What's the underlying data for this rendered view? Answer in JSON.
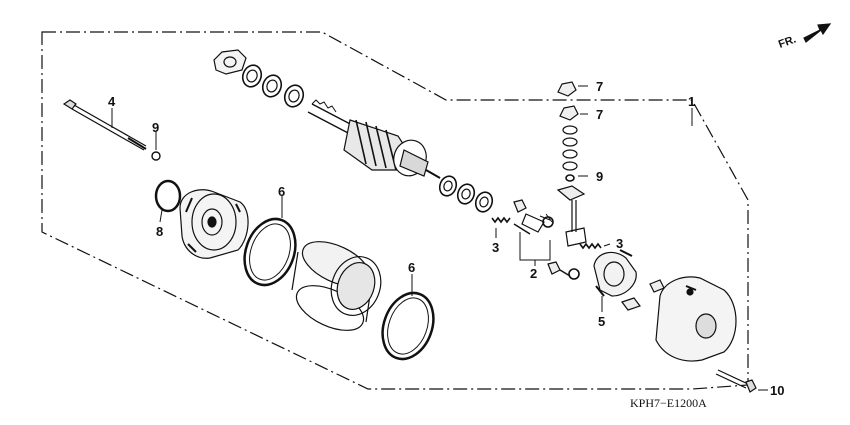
{
  "diagram": {
    "direction_label": "FR.",
    "figure_code": "KPH7−E1200A",
    "callouts": [
      {
        "id": "c1",
        "label": "1"
      },
      {
        "id": "c2",
        "label": "2"
      },
      {
        "id": "c3a",
        "label": "3"
      },
      {
        "id": "c3b",
        "label": "3"
      },
      {
        "id": "c4",
        "label": "4"
      },
      {
        "id": "c5",
        "label": "5"
      },
      {
        "id": "c6a",
        "label": "6"
      },
      {
        "id": "c6b",
        "label": "6"
      },
      {
        "id": "c7a",
        "label": "7"
      },
      {
        "id": "c7b",
        "label": "7"
      },
      {
        "id": "c8",
        "label": "8"
      },
      {
        "id": "c9a",
        "label": "9"
      },
      {
        "id": "c9b",
        "label": "9"
      },
      {
        "id": "c10",
        "label": "10"
      }
    ]
  }
}
